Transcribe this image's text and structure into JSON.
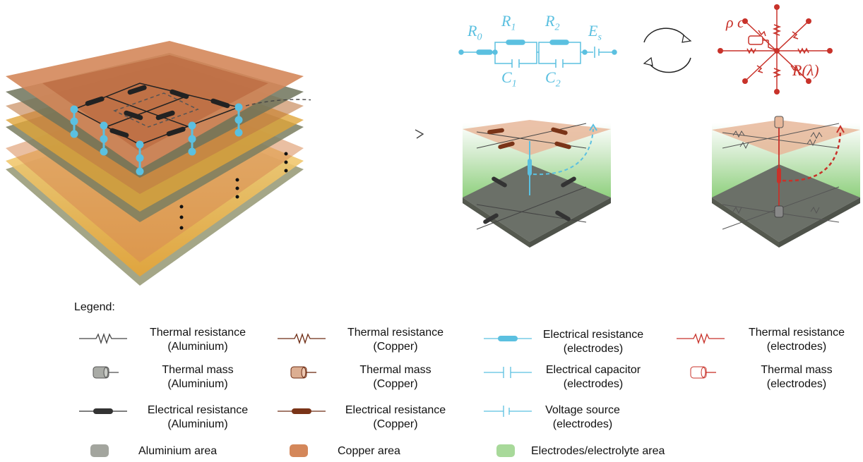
{
  "circuit": {
    "r0": "R",
    "r0_sub": "0",
    "r1": "R",
    "r1_sub": "1",
    "r2": "R",
    "r2_sub": "2",
    "es": "E",
    "es_sub": "s",
    "c1": "C",
    "c1_sub": "1",
    "c2": "C",
    "c2_sub": "2",
    "color": "#5bc0e0"
  },
  "thermal_node": {
    "rho_c": "ρ c",
    "r_lambda": "R(λ)",
    "color": "#c8322a"
  },
  "legend": {
    "title": "Legend:",
    "items": [
      {
        "icon": "thermal-resistance-aluminium-icon",
        "line1": "Thermal resistance",
        "line2": "(Aluminium)"
      },
      {
        "icon": "thermal-resistance-copper-icon",
        "line1": "Thermal resistance",
        "line2": "(Copper)"
      },
      {
        "icon": "electrical-resistance-electrodes-icon",
        "line1": "Electrical resistance",
        "line2": "(electrodes)"
      },
      {
        "icon": "thermal-resistance-electrodes-icon",
        "line1": "Thermal resistance",
        "line2": "(electrodes)"
      },
      {
        "icon": "thermal-mass-aluminium-icon",
        "line1": "Thermal mass",
        "line2": "(Aluminium)"
      },
      {
        "icon": "thermal-mass-copper-icon",
        "line1": "Thermal mass",
        "line2": "(Copper)"
      },
      {
        "icon": "electrical-capacitor-electrodes-icon",
        "line1": "Electrical capacitor",
        "line2": "(electrodes)"
      },
      {
        "icon": "thermal-mass-electrodes-icon",
        "line1": "Thermal mass",
        "line2": "(electrodes)"
      },
      {
        "icon": "electrical-resistance-aluminium-icon",
        "line1": "Electrical resistance",
        "line2": "(Aluminium)"
      },
      {
        "icon": "electrical-resistance-copper-icon",
        "line1": "Electrical resistance",
        "line2": "(Copper)"
      },
      {
        "icon": "voltage-source-electrodes-icon",
        "line1": "Voltage source",
        "line2": "(electrodes)"
      },
      {
        "icon": "aluminium-area-swatch",
        "line1": "Aluminium  area",
        "line2": ""
      },
      {
        "icon": "copper-area-swatch",
        "line1": "Copper area",
        "line2": ""
      },
      {
        "icon": "electrodes-electrolyte-area-swatch",
        "line1": "Electrodes/electrolyte area",
        "line2": ""
      }
    ]
  },
  "colors": {
    "copper": "#d4875a",
    "aluminium": "#9a9c95",
    "electrolyte": "#a8d99a",
    "electrode_blue": "#5bc0e0",
    "thermal_red": "#c8322a",
    "dark_resistor": "#333333",
    "copper_resistor": "#7a3418"
  }
}
